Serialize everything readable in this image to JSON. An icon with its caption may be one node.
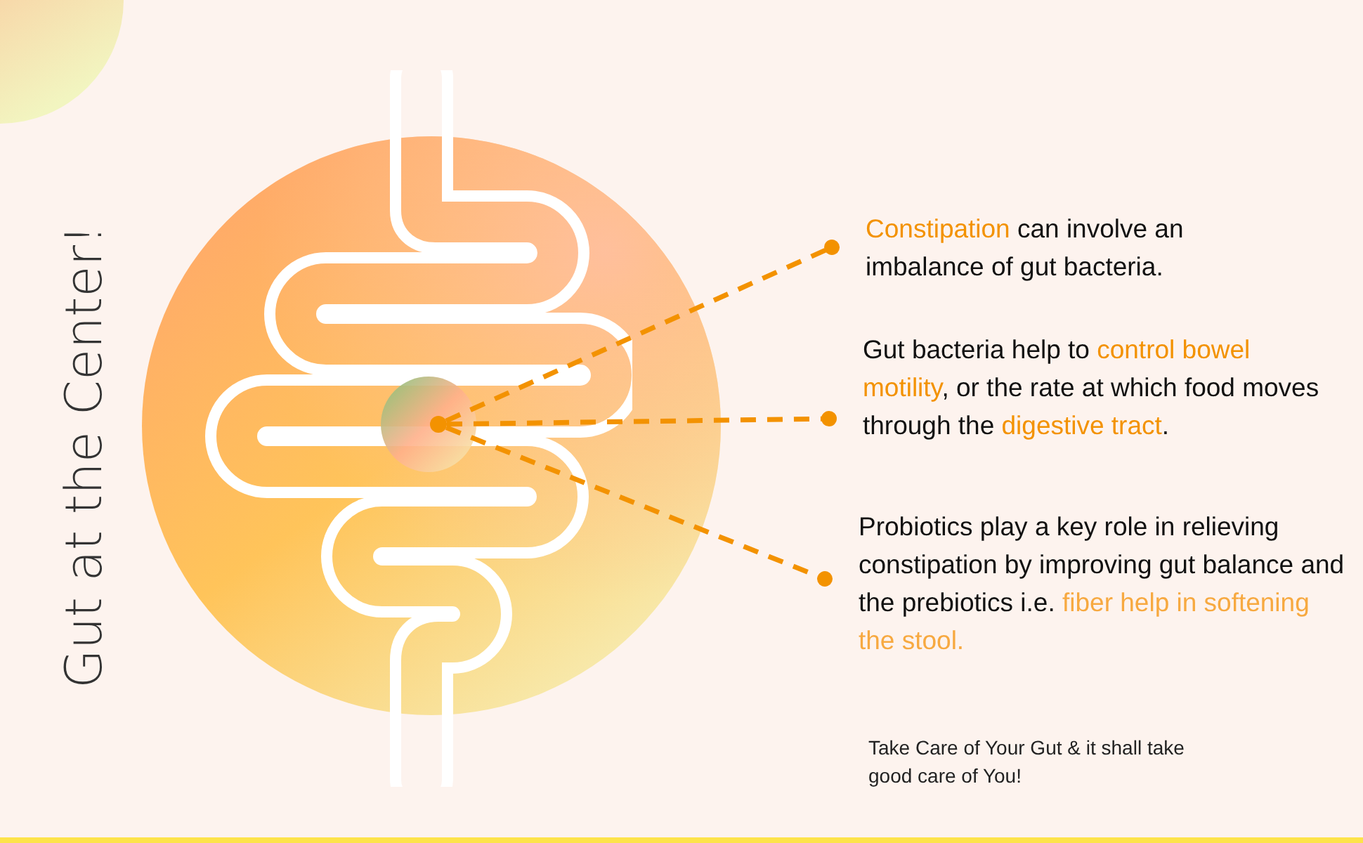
{
  "diagram": {
    "title": "Gut at the Center!",
    "nodes": [
      {
        "text": [],
        "shape": "circle"
      },
      {
        "text": [
          "**Constipation** can involve an imbalance of gut bacteria."
        ]
      },
      {
        "text": [
          "Gut bacteria help to **control bowel motility**, or the rate at which food moves through the **digestive tract**."
        ]
      },
      {
        "text": [
          "Probiotics play a key role in relieving constipation by improving gut balance and the prebiotics i.e. **fiber help in softening the stool.**"
        ]
      }
    ],
    "edges": [
      {
        "from": 0,
        "to": 1,
        "arrow": "other",
        "style": "dashed"
      },
      {
        "from": 0,
        "to": 2,
        "arrow": "other",
        "style": "dashed"
      },
      {
        "from": 0,
        "to": 3,
        "arrow": "other",
        "style": "dashed"
      }
    ],
    "labels": [
      "Take Care of Your Gut & it shall take good care of You!"
    ]
  }
}
